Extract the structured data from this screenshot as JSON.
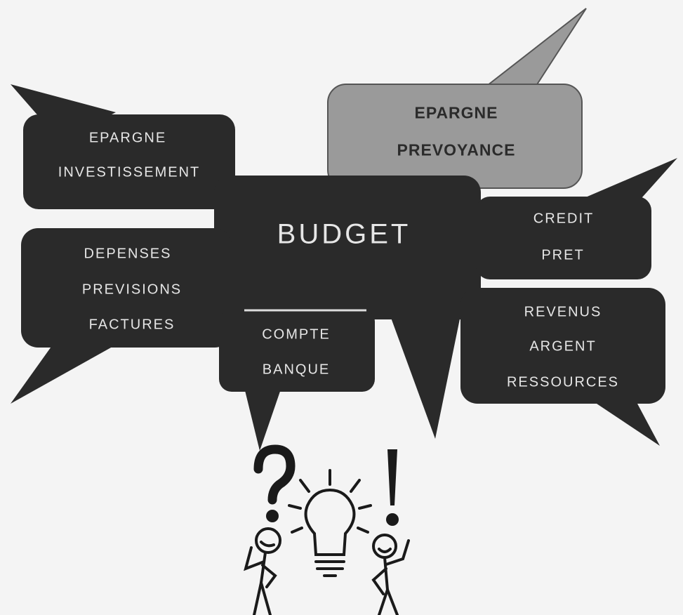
{
  "colors": {
    "bubble_dark": "#2a2a2a",
    "bubble_grey": "#9a9a9a",
    "text_light": "#e6e6e6",
    "background": "#f4f4f4"
  },
  "bubbles": {
    "epargne_investissement": {
      "lines": [
        "EPARGNE",
        "INVESTISSEMENT"
      ]
    },
    "epargne_prevoyance": {
      "lines": [
        "EPARGNE",
        "PREVOYANCE"
      ]
    },
    "budget": {
      "title": "BUDGET"
    },
    "depenses": {
      "lines": [
        "DEPENSES",
        "PREVISIONS",
        "FACTURES"
      ]
    },
    "credit": {
      "lines": [
        "CREDIT",
        "PRET"
      ]
    },
    "compte": {
      "lines": [
        "COMPTE",
        "BANQUE"
      ]
    },
    "revenus": {
      "lines": [
        "REVENUS",
        "ARGENT",
        "RESSOURCES"
      ]
    }
  },
  "icons": [
    "question-mark-icon",
    "light-bulb-icon",
    "exclamation-mark-icon",
    "stick-figure-icon"
  ]
}
